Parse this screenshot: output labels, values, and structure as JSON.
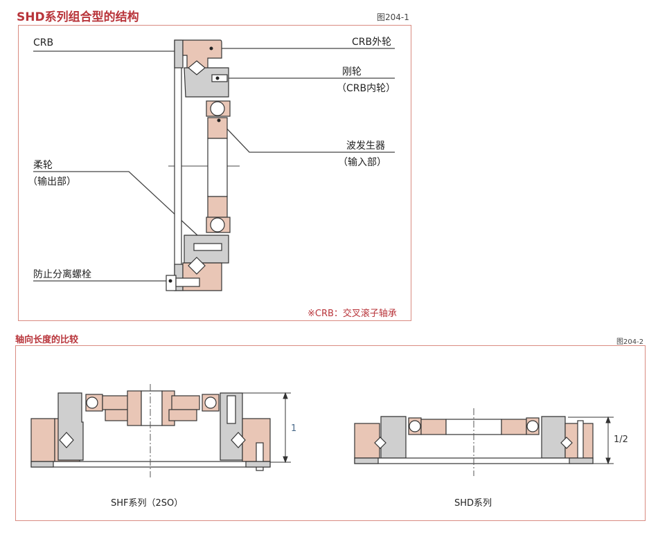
{
  "figure1": {
    "title": "SHD系列组合型的结构",
    "figure_number": "图204-1",
    "labels": {
      "crb": "CRB",
      "crb_outer_ring": "CRB外轮",
      "circular_spline": "刚轮",
      "circular_spline_sub": "（CRB内轮）",
      "wave_generator": "波发生器",
      "wave_generator_sub": "（输入部）",
      "flexspline": "柔轮",
      "flexspline_sub": "（输出部）",
      "anti_separation_bolt": "防止分离螺栓"
    },
    "note": "※CRB：交叉滚子轴承"
  },
  "figure2": {
    "title": "轴向长度的比较",
    "figure_number": "图204-2",
    "left_caption": "SHF系列（2SO）",
    "right_caption": "SHD系列",
    "left_dimension": "1",
    "right_dimension": "1/2"
  },
  "colors": {
    "accent_red": "#b8343a",
    "frame_border": "#d98a80",
    "part_pink": "#e9c6b6",
    "part_gray": "#cfcfcf",
    "line": "#333333"
  }
}
